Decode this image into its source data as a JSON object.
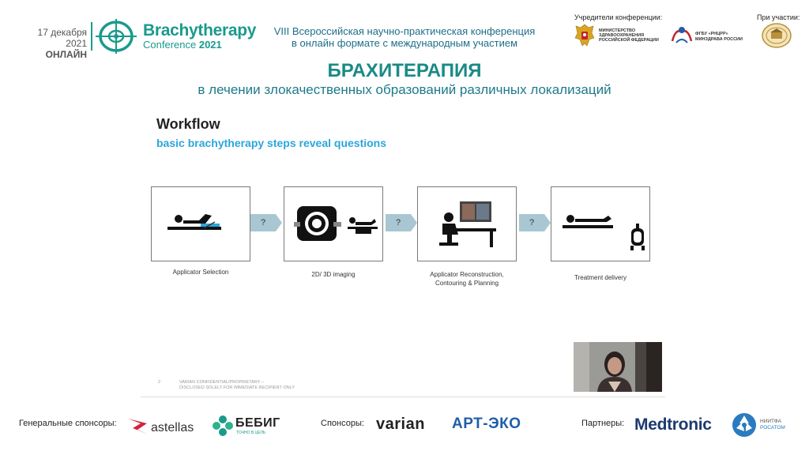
{
  "header": {
    "date": "17 декабря 2021",
    "format": "ОНЛАЙН",
    "logo_title": "Brachytherapy",
    "logo_sub_prefix": "Conference",
    "logo_sub_year": "2021",
    "conference_line1": "VIII Всероссийская научно-практическая конференция",
    "conference_line2": "в онлайн формате с международным участием",
    "founders_label": "Учредители конференции:",
    "participation_label": "При участии:",
    "minzdrav_line1": "МИНИСТЕРСТВО",
    "minzdrav_line2": "ЗДРАВООХРАНЕНИЯ",
    "minzdrav_line3": "РОССИЙСКОЙ ФЕДЕРАЦИИ",
    "rncrr_line1": "ФГБУ «РНЦРР»",
    "rncrr_line2": "МИНЗДРАВА РОССИИ"
  },
  "banner": {
    "title": "БРАХИТЕРАПИЯ",
    "subtitle": "в лечении злокачественных образований различных локализаций"
  },
  "slide": {
    "title": "Workflow",
    "subtitle": "basic brachytherapy steps reveal questions",
    "steps": [
      {
        "label_line1": "Applicator Selection",
        "label_line2": "",
        "icon": "patient-on-table-icon"
      },
      {
        "label_line1": "2D/ 3D imaging",
        "label_line2": "",
        "icon": "ct-scanner-icon"
      },
      {
        "label_line1": "Applicator Reconstruction,",
        "label_line2": "Contouring & Planning",
        "icon": "planner-workstation-icon"
      },
      {
        "label_line1": "Treatment delivery",
        "label_line2": "",
        "icon": "afterloader-icon"
      }
    ],
    "question_mark": "?",
    "page_number": "2",
    "confidential_line1": "VARIAN CONFIDENTIAL/PROPRIETARY –",
    "confidential_line2": "DISCLOSED SOLELY FOR IMMEDIATE RECIPIENT ONLY"
  },
  "sponsors": {
    "general_label": "Генеральные спонсоры:",
    "astellas": "astellas",
    "bebig": "БЕБИГ",
    "bebig_tagline": "ТОЧНО В ЦЕЛЬ",
    "sponsors_label": "Спонсоры:",
    "varian": "varian",
    "art_eko": "АРТ-ЭКО",
    "partners_label": "Партнеры:",
    "medtronic": "Medtronic",
    "niitfa": "НИИТФА",
    "rosatom": "РОСАТОМ"
  },
  "colors": {
    "brand_teal": "#1a9a8c",
    "slide_subtitle_blue": "#2aa6dd",
    "arrow_fill": "#a9c6d3"
  }
}
